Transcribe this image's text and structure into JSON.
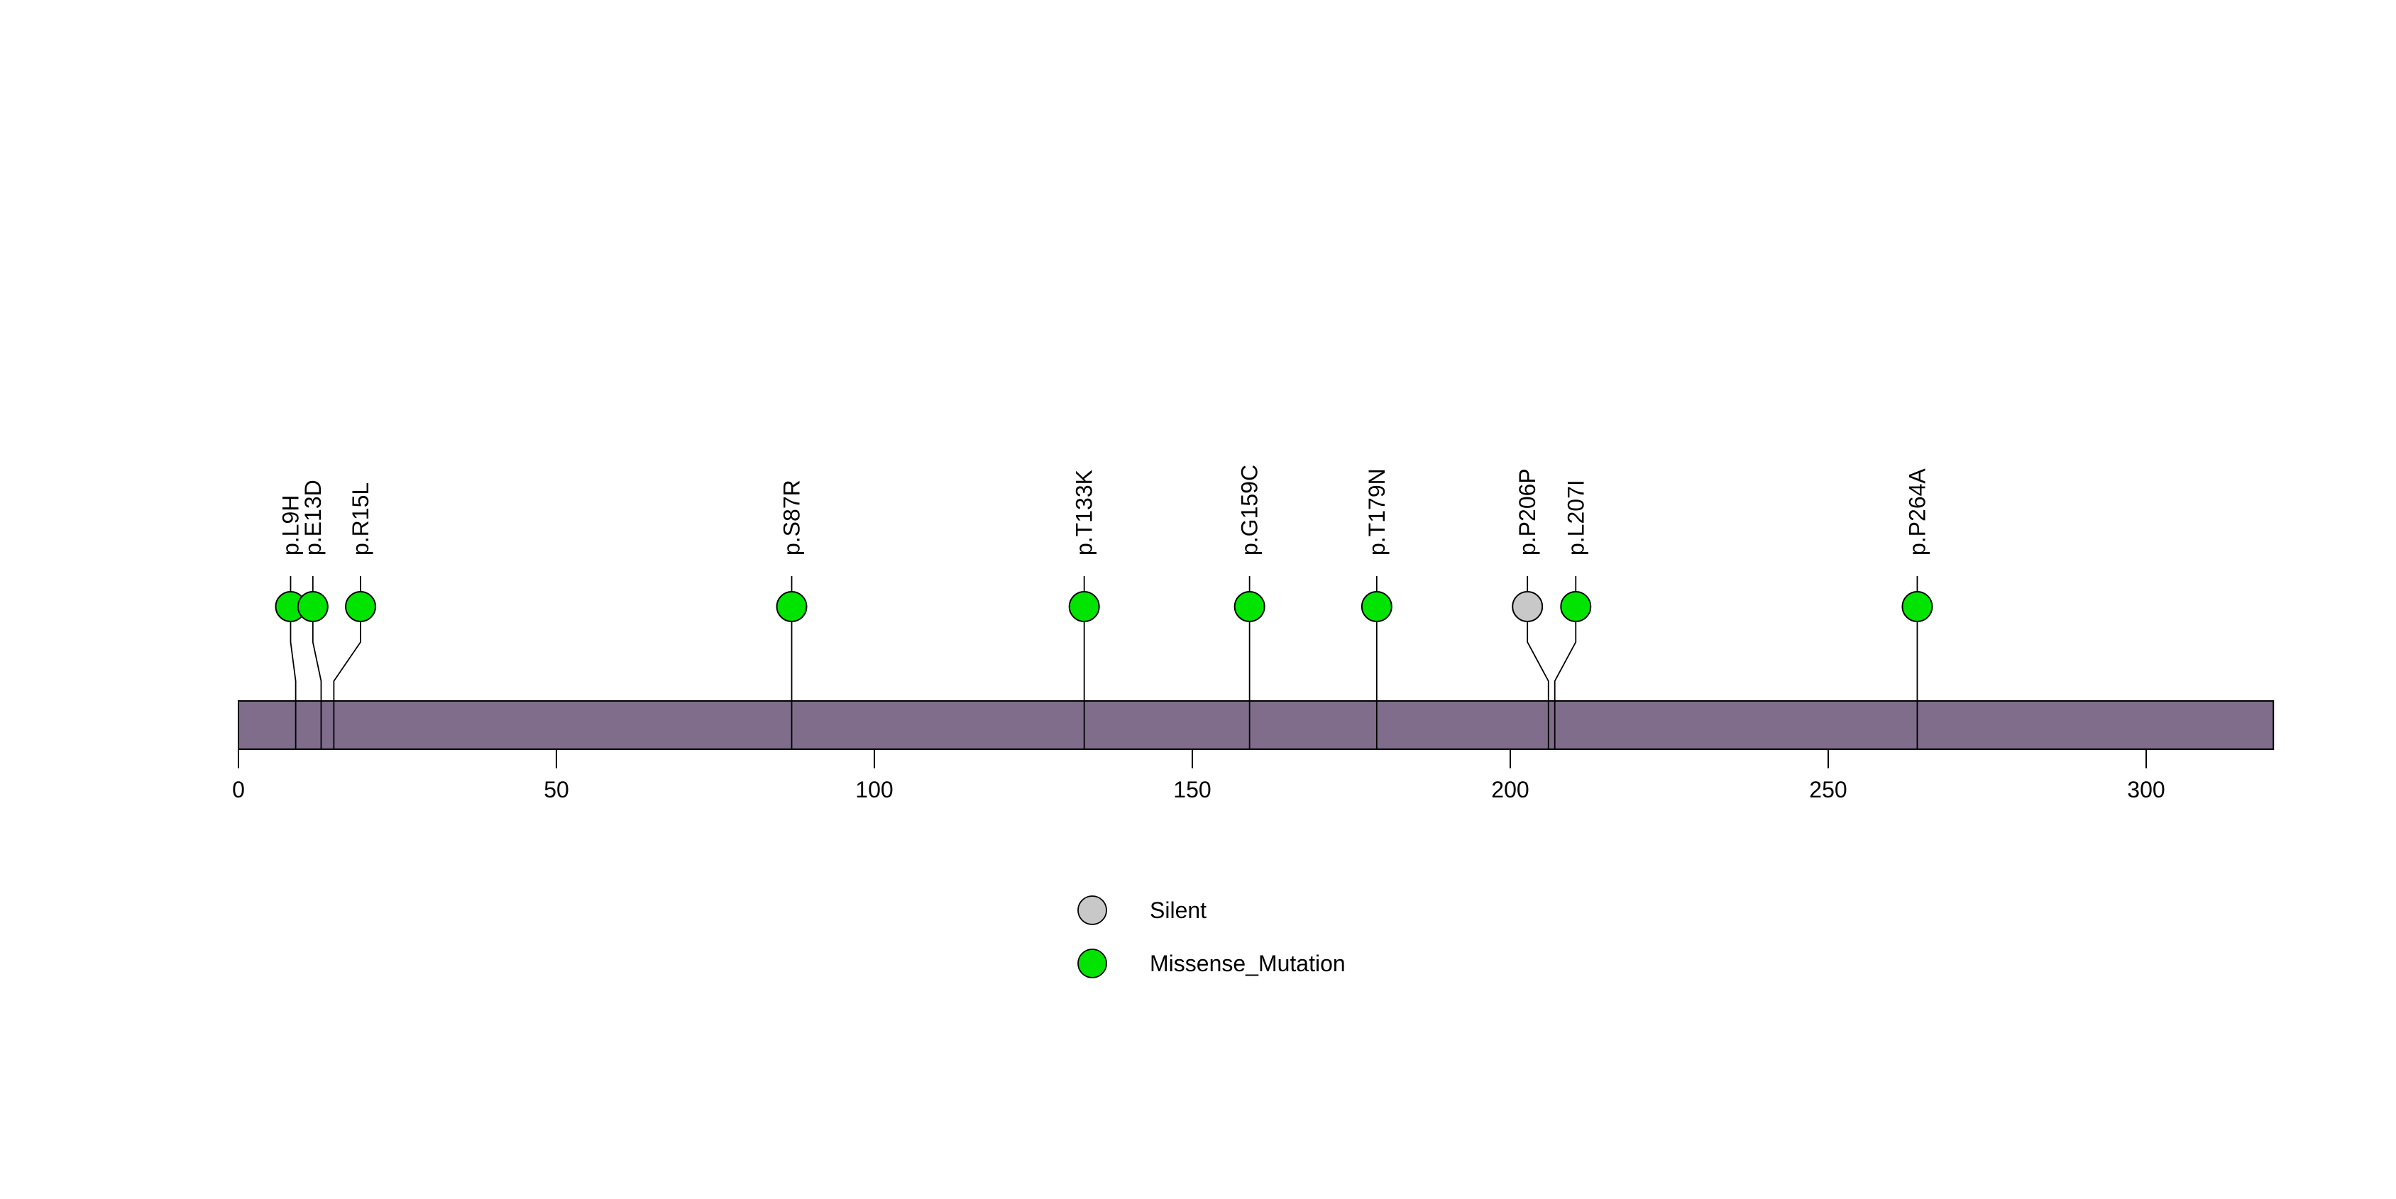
{
  "figure": {
    "background": "#FFFFFF",
    "colors": {
      "missense": "#00E400",
      "silent": "#C8C8C8",
      "protein_bar": "#7F6D8B",
      "stroke": "#000000"
    }
  },
  "chart_data": {
    "type": "lollipop",
    "title": "",
    "xlabel": "",
    "ylabel": "",
    "axis_range": [
      0,
      320
    ],
    "protein": {
      "start": 0,
      "end": 320
    },
    "xticks": [
      0,
      50,
      100,
      150,
      200,
      250,
      300
    ],
    "grid": false,
    "legend_position": "bottom-center",
    "mutations": [
      {
        "label": "p.L9H",
        "position": 9,
        "display_position": 8.2,
        "class": "Missense_Mutation"
      },
      {
        "label": "p.E13D",
        "position": 13,
        "display_position": 11.7,
        "class": "Missense_Mutation"
      },
      {
        "label": "p.R15L",
        "position": 15,
        "display_position": 19.2,
        "class": "Missense_Mutation"
      },
      {
        "label": "p.S87R",
        "position": 87,
        "display_position": 87,
        "class": "Missense_Mutation"
      },
      {
        "label": "p.T133K",
        "position": 133,
        "display_position": 133,
        "class": "Missense_Mutation"
      },
      {
        "label": "p.G159C",
        "position": 159,
        "display_position": 159,
        "class": "Missense_Mutation"
      },
      {
        "label": "p.T179N",
        "position": 179,
        "display_position": 179,
        "class": "Missense_Mutation"
      },
      {
        "label": "p.P206P",
        "position": 206,
        "display_position": 202.7,
        "class": "Silent"
      },
      {
        "label": "p.L207I",
        "position": 207,
        "display_position": 210.3,
        "class": "Missense_Mutation"
      },
      {
        "label": "p.P264A",
        "position": 264,
        "display_position": 264,
        "class": "Missense_Mutation"
      }
    ],
    "legend": [
      {
        "label": "Silent",
        "class": "Silent",
        "color": "#C8C8C8"
      },
      {
        "label": "Missense_Mutation",
        "class": "Missense_Mutation",
        "color": "#00E400"
      }
    ]
  }
}
